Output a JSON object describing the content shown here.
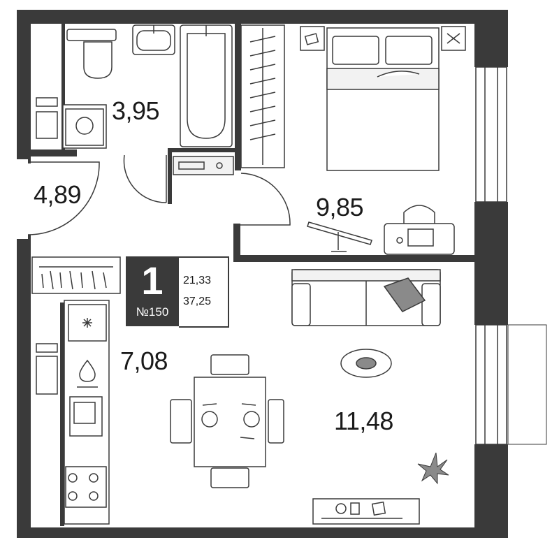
{
  "rooms": [
    {
      "id": "bathroom",
      "area": "3,95"
    },
    {
      "id": "hallway",
      "area": "4,89"
    },
    {
      "id": "bedroom",
      "area": "9,85"
    },
    {
      "id": "kitchen",
      "area": "7,08"
    },
    {
      "id": "living",
      "area": "11,48"
    }
  ],
  "badge": {
    "rooms_count": "1",
    "apartment_number": "№150",
    "living_area": "21,33",
    "total_area": "37,25"
  },
  "colors": {
    "wall": "#3a3a3a",
    "furniture_stroke": "#3a3a3a",
    "furniture_fill": "#f2f2f2",
    "accent_fill": "#8a8a8a",
    "background": "#ffffff"
  },
  "icons": [
    "toilet-icon",
    "washbasin-icon",
    "bathtub-icon",
    "washing-machine-icon",
    "wardrobe-icon",
    "double-bed-icon",
    "desk-lamp-icon",
    "bag-icon",
    "sofa-icon",
    "pillow-icon",
    "rug-icon",
    "dining-table-icon",
    "chair-icon",
    "plant-icon",
    "tv-stand-icon",
    "stove-icon",
    "sink-icon",
    "fridge-icon",
    "door-swing-icon",
    "window-icon"
  ]
}
